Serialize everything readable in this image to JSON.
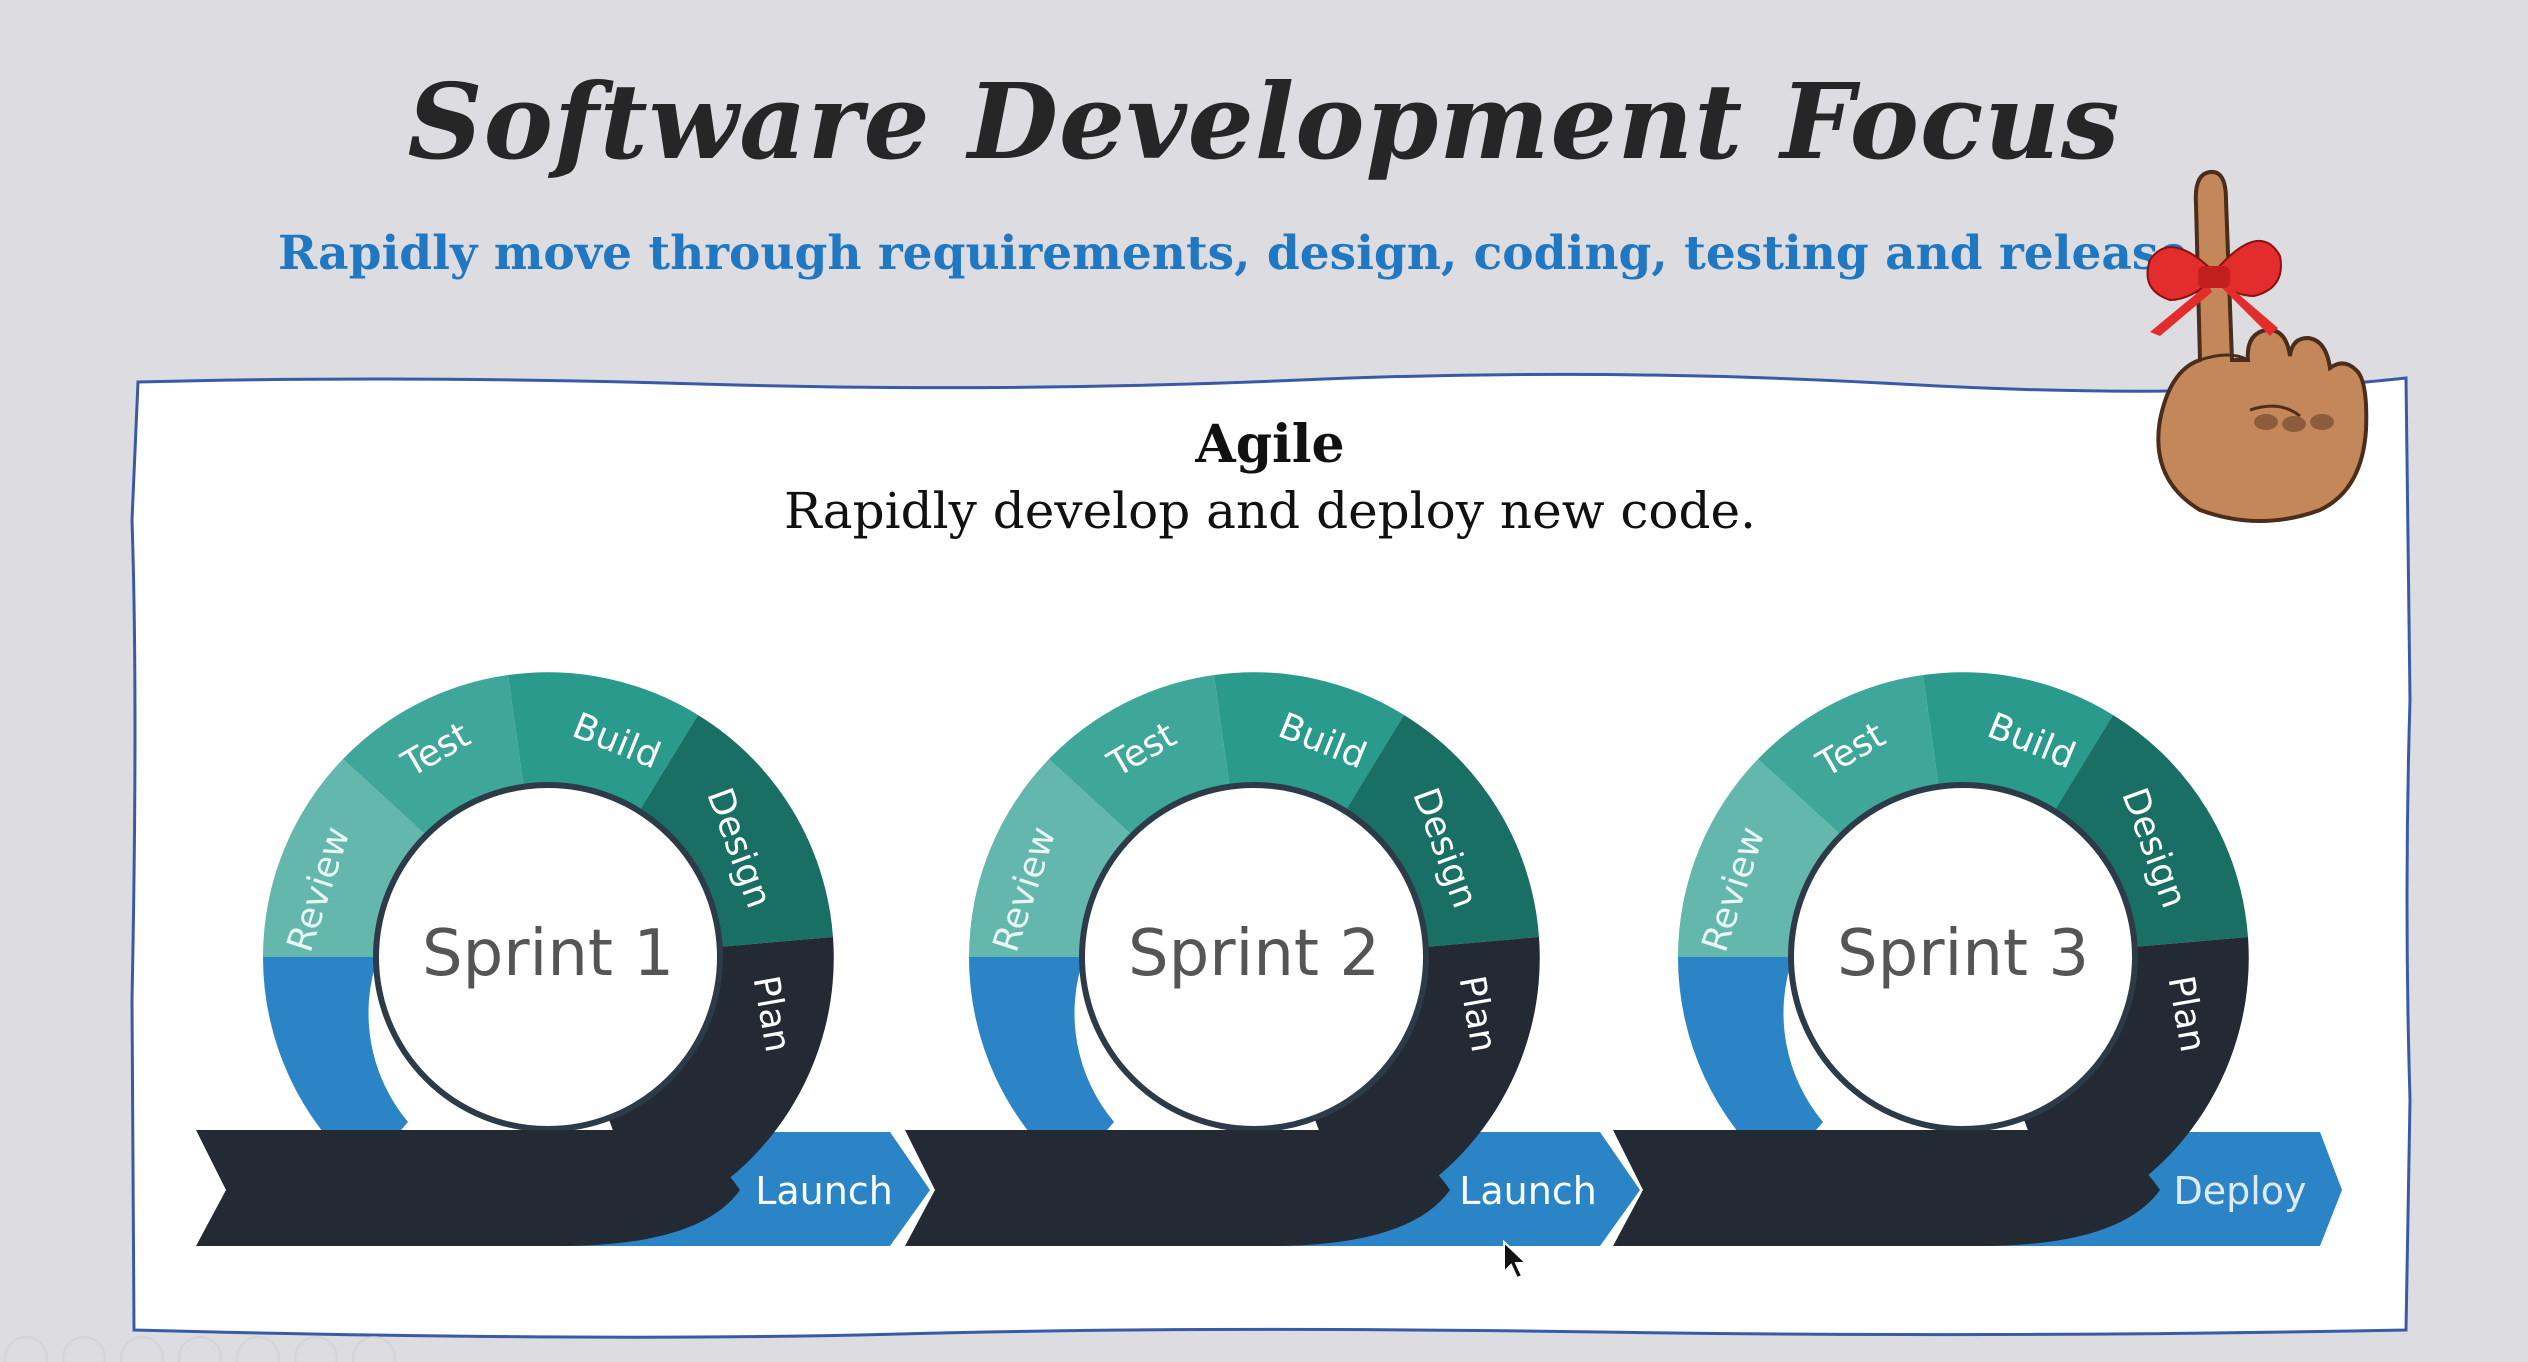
{
  "slide": {
    "title": "Software Development Focus",
    "subtitle": "Rapidly move through requirements, design, coding, testing and release"
  },
  "content": {
    "heading": "Agile",
    "description": "Rapidly develop and deploy new code."
  },
  "sprints": [
    {
      "name": "Sprint 1",
      "phases": [
        "Review",
        "Test",
        "Build",
        "Design",
        "Plan"
      ],
      "exit_label": "Launch"
    },
    {
      "name": "Sprint 2",
      "phases": [
        "Review",
        "Test",
        "Build",
        "Design",
        "Plan"
      ],
      "exit_label": "Launch"
    },
    {
      "name": "Sprint 3",
      "phases": [
        "Review",
        "Test",
        "Build",
        "Design",
        "Plan"
      ],
      "exit_label": "Deploy"
    }
  ],
  "colors": {
    "background": "#dddce0",
    "title": "#262626",
    "subtitle": "#1f78c1",
    "ring_light_teal": "#5fb3a8",
    "ring_teal": "#2a9a8c",
    "ring_dark_teal": "#1a6f64",
    "ring_navy": "#232a33",
    "ring_blue": "#2b84c6",
    "ribbon_red": "#e32d2d"
  },
  "icons": {
    "reminder": "finger-with-red-bow-icon",
    "cursor": "mouse-pointer-icon"
  }
}
